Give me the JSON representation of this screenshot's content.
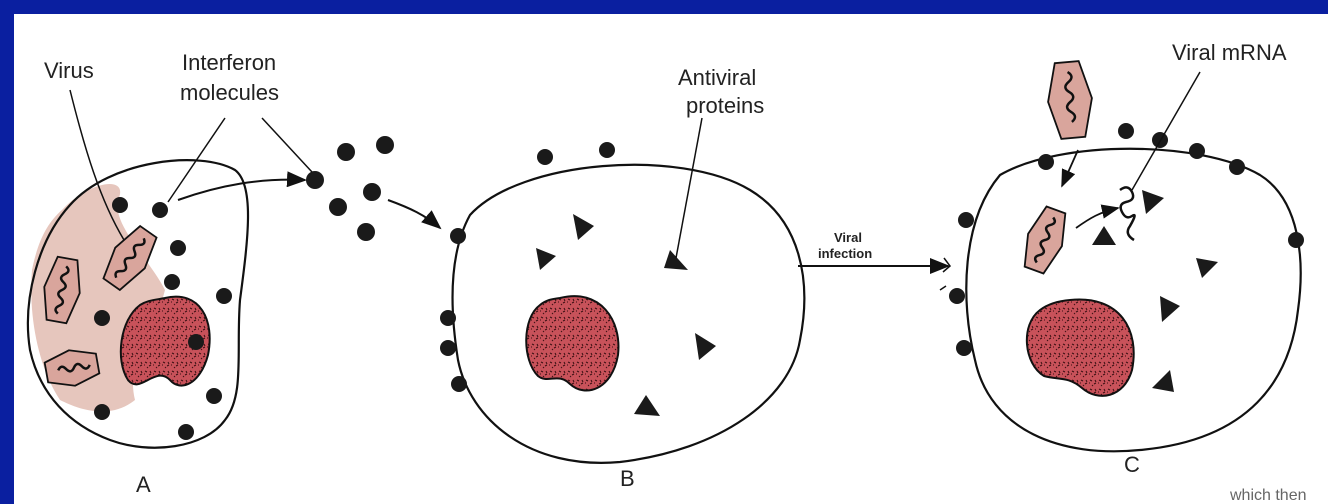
{
  "labels": {
    "virus": "Virus",
    "interferon_line1": "Interferon",
    "interferon_line2": "molecules",
    "antiviral_line1": "Antiviral",
    "antiviral_line2": "proteins",
    "viral_mrna": "Viral mRNA",
    "viral_infection_line1": "Viral",
    "viral_infection_line2": "infection",
    "cell_a": "A",
    "cell_b": "B",
    "cell_c": "C",
    "cutoff_text": "which then"
  },
  "colors": {
    "frame": "#0a1fa0",
    "nucleus": "#c8525a",
    "infected_cytoplasm": "#e6c6bd",
    "virus_fill": "#d9a59c",
    "molecule": "#1a1a1a"
  }
}
